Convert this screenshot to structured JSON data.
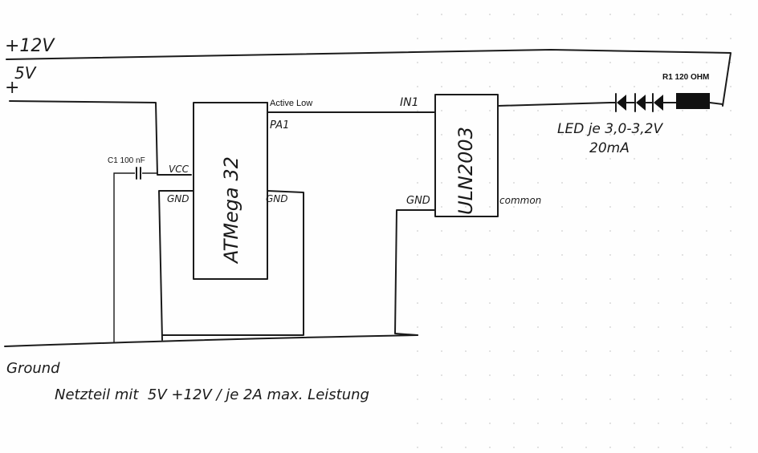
{
  "rails": {
    "v12_label": "+12V",
    "v5_label": "5V",
    "plus_sign": "+",
    "ground_label": "Ground"
  },
  "capacitor": {
    "label": "C1 100 nF"
  },
  "atmega": {
    "name": "ATMega 32",
    "vcc_label": "VCC",
    "gnd_left_label": "GND",
    "gnd_right_label": "GND",
    "pa1_label": "PA1",
    "active_low_label": "Active Low"
  },
  "uln": {
    "name": "ULN2003",
    "in1_label": "IN1",
    "gnd_label": "GND",
    "common_label": "common"
  },
  "led": {
    "note": "LED je 3,0-3,2V",
    "current": "20mA"
  },
  "resistor": {
    "label": "R1 120 OHM"
  },
  "footer": {
    "psu_note": "Netzteil mit  5V +12V / je 2A max. Leistung"
  }
}
